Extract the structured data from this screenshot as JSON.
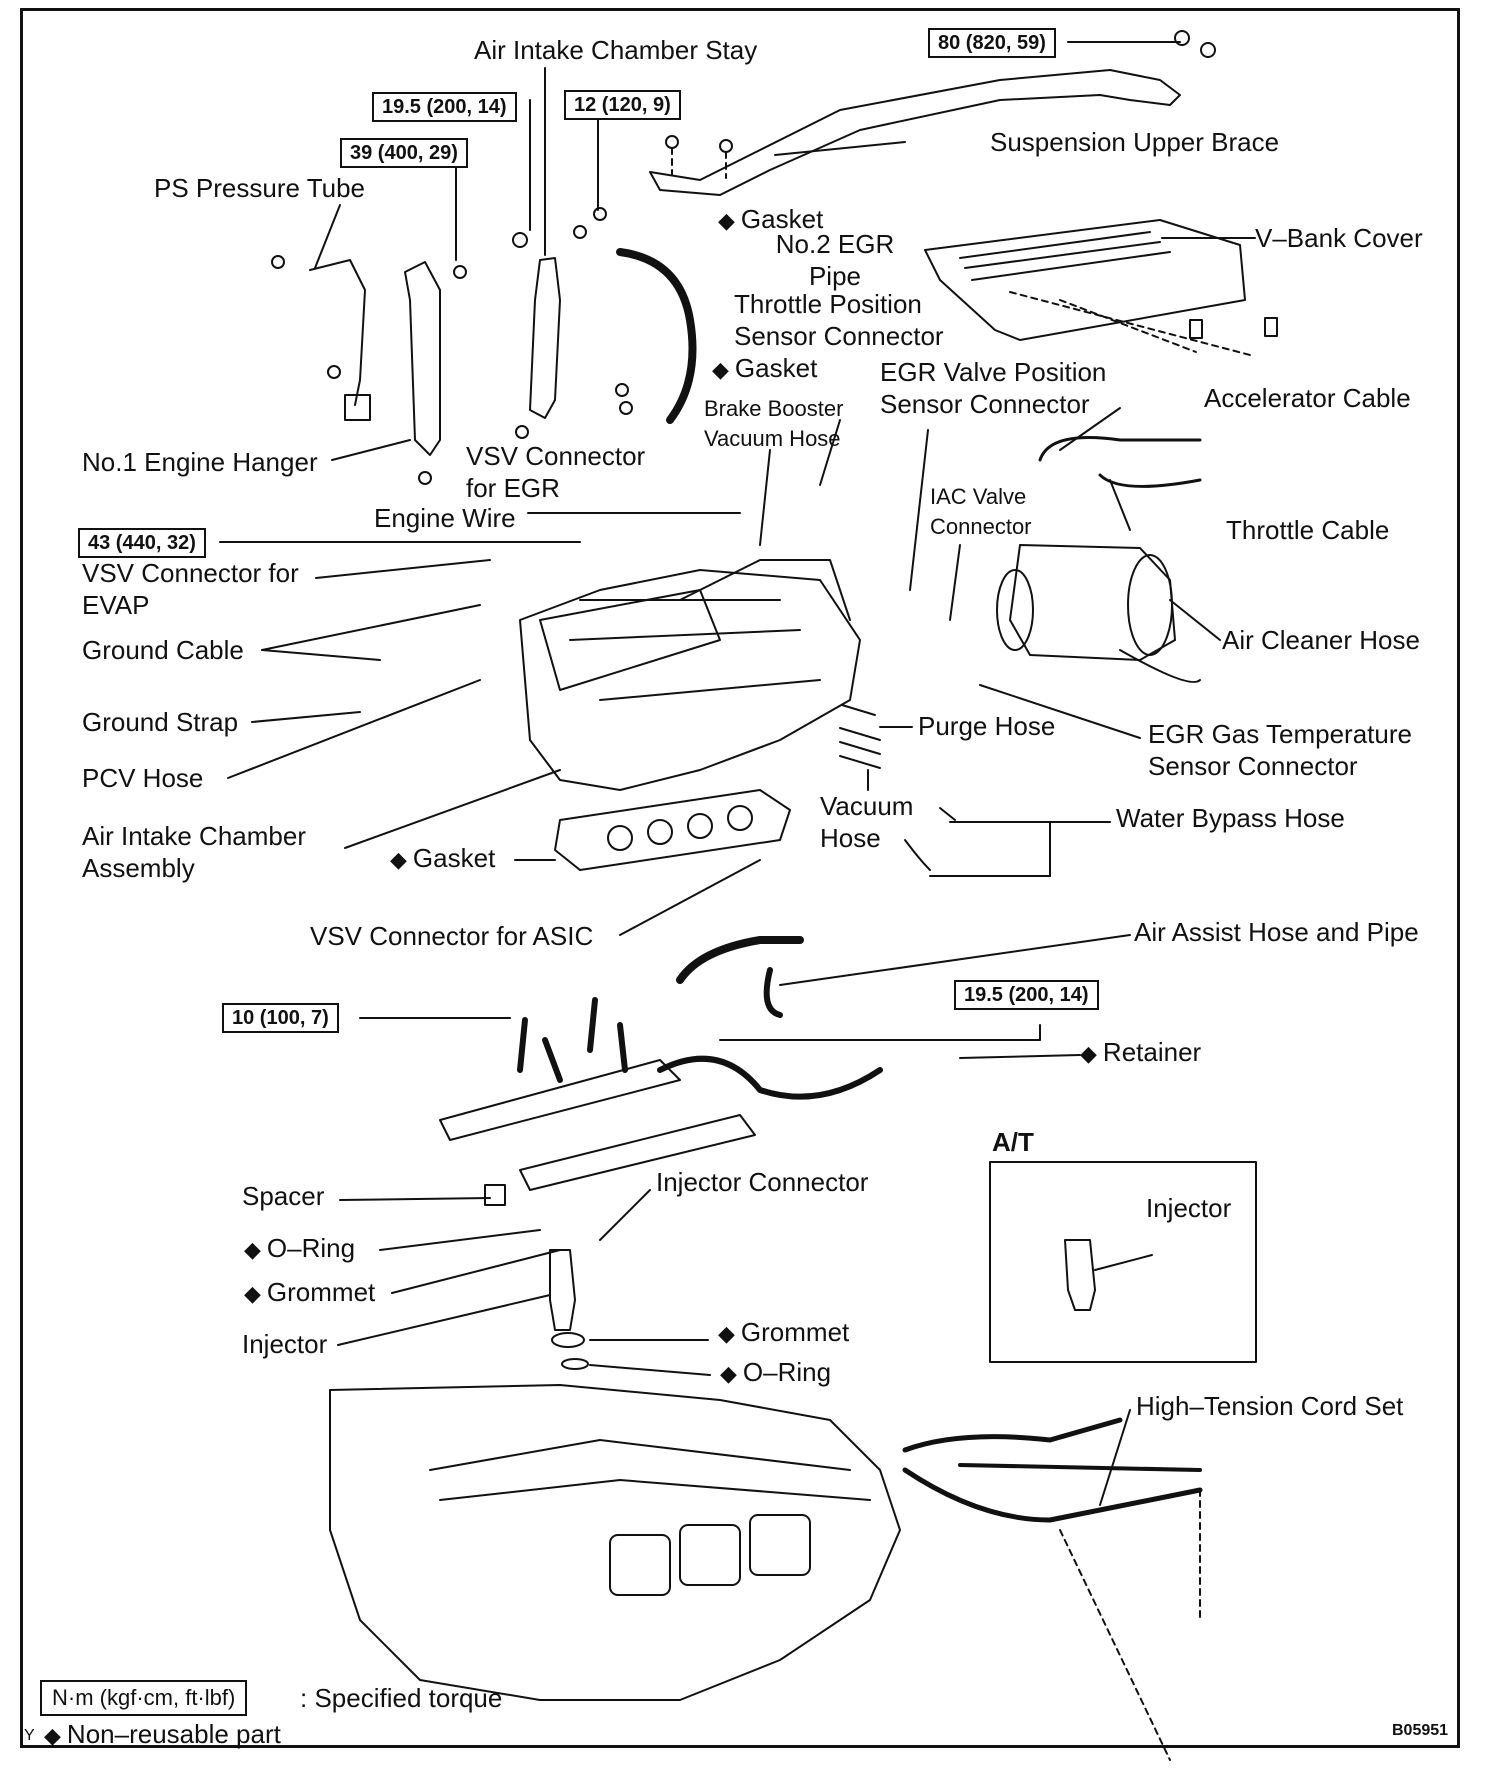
{
  "figure_id": "B05951",
  "legend": {
    "torque_box": "N·m (kgf·cm, ft·lbf)",
    "torque_text": ": Specified torque",
    "nonreusable_text": "Non–reusable part",
    "corner_mark": "Y"
  },
  "marker": {
    "diamond": "◆"
  },
  "torque_specs": {
    "t80": "80 (820, 59)",
    "t195a": "19.5 (200, 14)",
    "t12": "12 (120, 9)",
    "t39": "39 (400, 29)",
    "t43": "43 (440, 32)",
    "t195b": "19.5 (200, 14)",
    "t10": "10 (100, 7)"
  },
  "labels": {
    "air_intake_chamber_stay": "Air Intake Chamber Stay",
    "suspension_upper_brace": "Suspension Upper Brace",
    "ps_pressure_tube": "PS Pressure Tube",
    "gasket_1": "Gasket",
    "no2_egr_pipe": "No.2 EGR Pipe",
    "v_bank_cover": "V–Bank Cover",
    "throttle_position_sensor_connector": "Throttle Position Sensor Connector",
    "gasket_2": "Gasket",
    "egr_valve_position_sensor_connector": "EGR Valve Position Sensor Connector",
    "accelerator_cable": "Accelerator Cable",
    "brake_booster_vacuum_hose": "Brake Booster Vacuum Hose",
    "no1_engine_hanger": "No.1 Engine Hanger",
    "vsv_connector_for_egr": "VSV Connector for EGR",
    "iac_valve_connector": "IAC Valve Connector",
    "throttle_cable": "Throttle Cable",
    "engine_wire": "Engine Wire",
    "vsv_connector_for_evap": "VSV Connector for EVAP",
    "ground_cable": "Ground Cable",
    "air_cleaner_hose": "Air Cleaner Hose",
    "ground_strap": "Ground Strap",
    "purge_hose": "Purge Hose",
    "egr_gas_temperature_sensor_connector": "EGR Gas Temperature Sensor Connector",
    "pcv_hose": "PCV Hose",
    "air_intake_chamber_assembly": "Air Intake Chamber Assembly",
    "vacuum_hose": "Vacuum Hose",
    "water_bypass_hose": "Water Bypass Hose",
    "gasket_3": "Gasket",
    "vsv_connector_for_asic": "VSV Connector for ASIC",
    "air_assist_hose_and_pipe": "Air Assist Hose and Pipe",
    "retainer": "Retainer",
    "at": "A/T",
    "spacer": "Spacer",
    "injector_connector": "Injector Connector",
    "injector_inset": "Injector",
    "o_ring_1": "O–Ring",
    "grommet_1": "Grommet",
    "injector": "Injector",
    "grommet_2": "Grommet",
    "o_ring_2": "O–Ring",
    "high_tension_cord_set": "High–Tension Cord Set"
  }
}
